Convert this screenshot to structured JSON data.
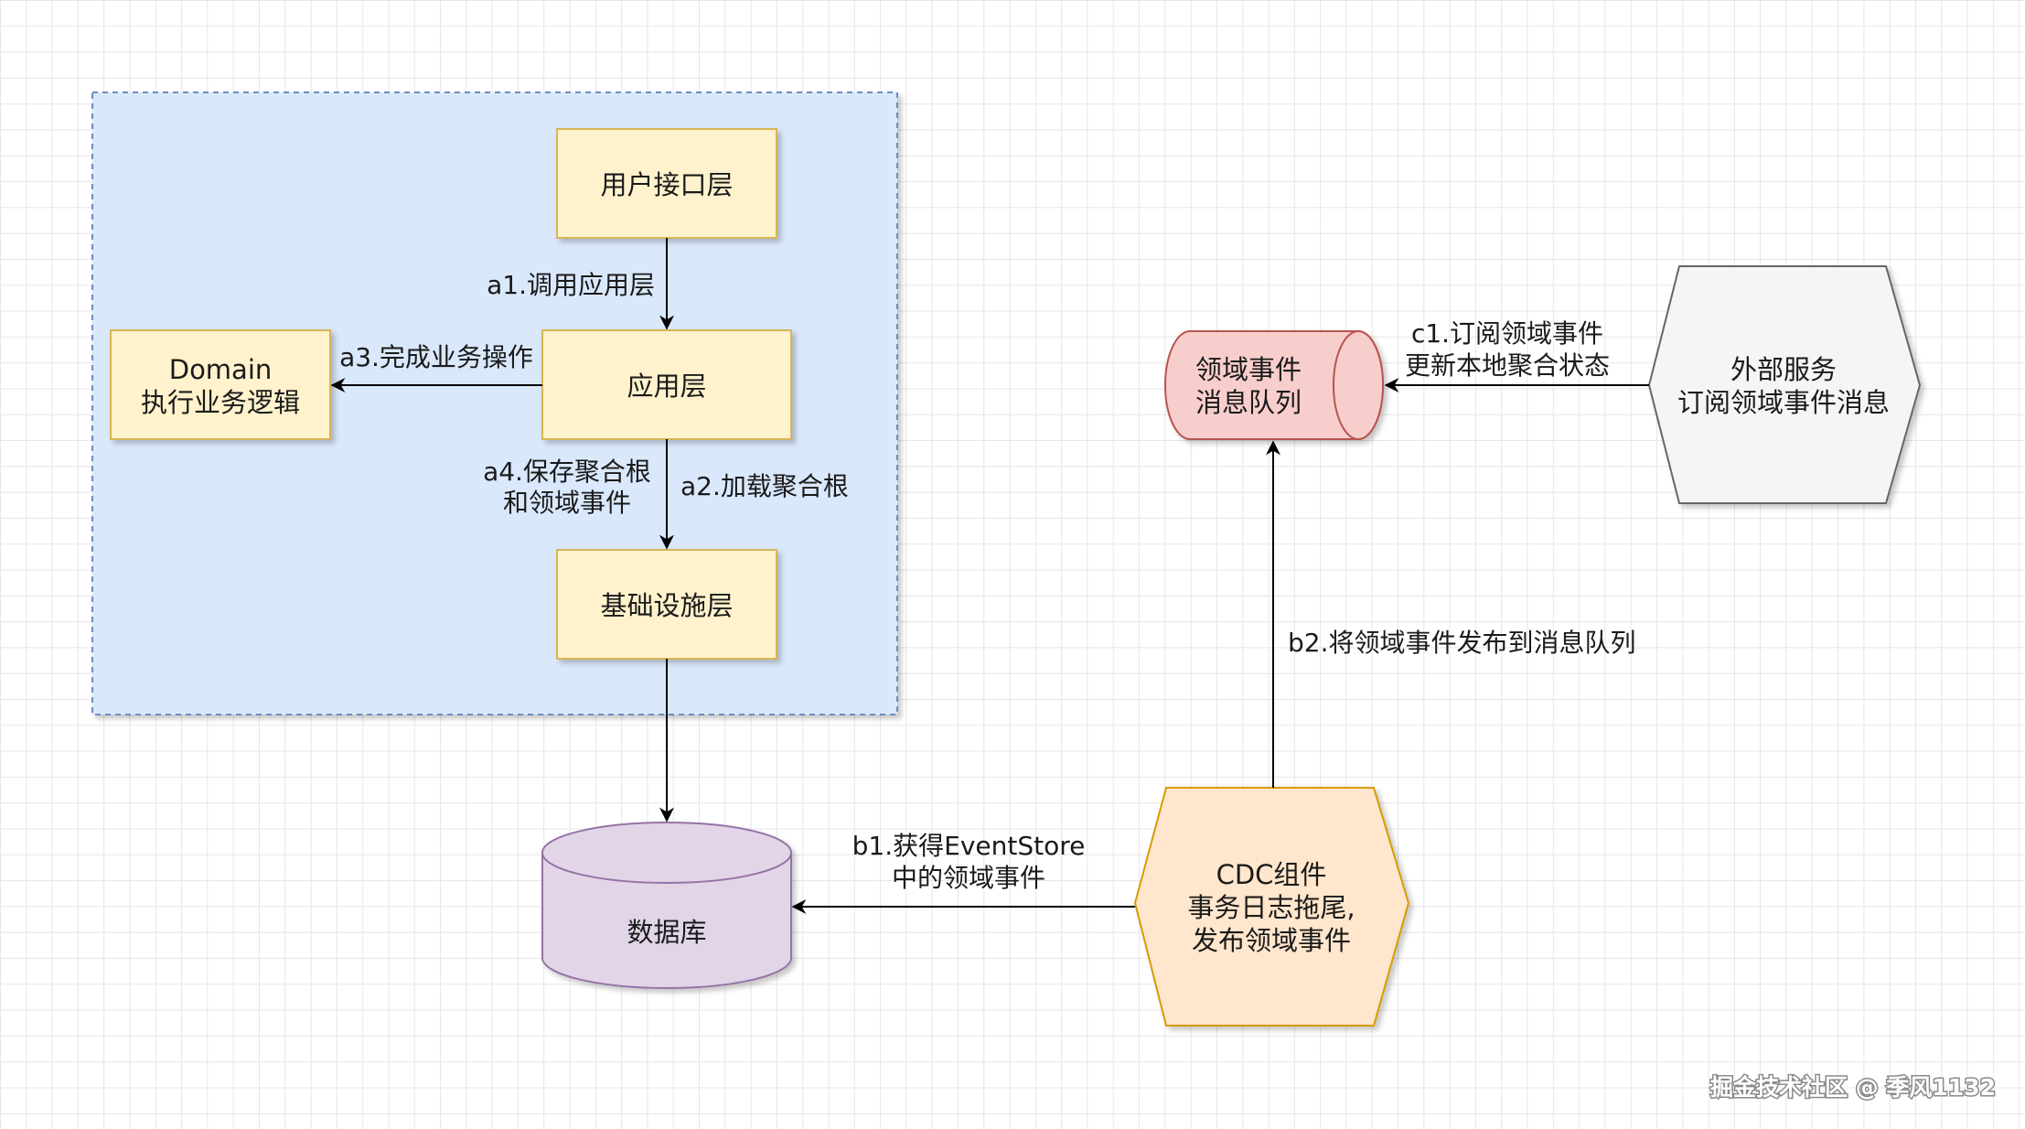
{
  "nodes": {
    "user_interface_layer": "用户接口层",
    "application_layer": "应用层",
    "infrastructure_layer": "基础设施层",
    "domain": [
      "Domain",
      "执行业务逻辑"
    ],
    "database": "数据库",
    "cdc": [
      "CDC组件",
      "事务日志拖尾,",
      "发布领域事件"
    ],
    "mq": [
      "领域事件",
      "消息队列"
    ],
    "external": [
      "外部服务",
      "订阅领域事件消息"
    ]
  },
  "edges": {
    "a1": "a1.调用应用层",
    "a2": "a2.加载聚合根",
    "a3": "a3.完成业务操作",
    "a4": [
      "a4.保存聚合根",
      "和领域事件"
    ],
    "b1": [
      "b1.获得EventStore",
      "中的领域事件"
    ],
    "b2": "b2.将领域事件发布到消息队列",
    "c1": [
      "c1.订阅领域事件",
      "更新本地聚合状态"
    ]
  },
  "watermark": "掘金技术社区 @ 季风1132",
  "colors": {
    "layer_group_fill": "#dae8fc",
    "layer_group_border": "#6c8ebf",
    "yellow_fill": "#fff2cc",
    "yellow_border": "#d6b656",
    "purple_fill": "#e1d5e7",
    "purple_border": "#9673a6",
    "orange_fill": "#ffe6cc",
    "orange_border": "#d79b00",
    "red_fill": "#f8cecc",
    "red_border": "#b85450",
    "gray_fill": "#f5f5f5",
    "gray_border": "#666666"
  }
}
